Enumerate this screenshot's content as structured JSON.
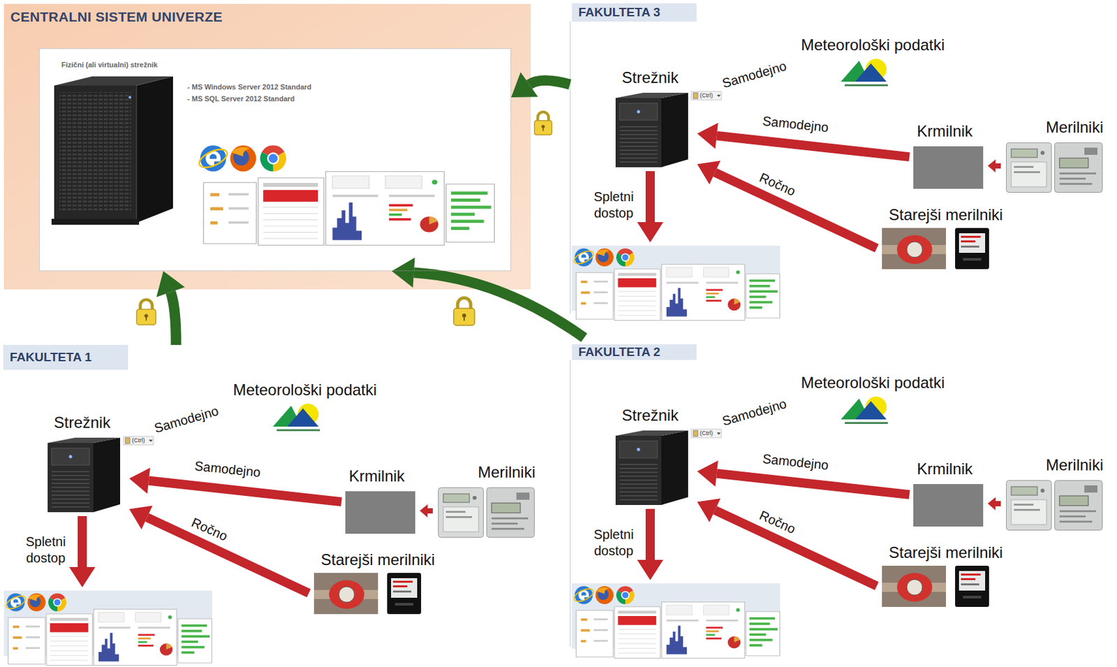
{
  "diagram": {
    "nodes": [
      {
        "text": [
          "CENTRALNI SISTEM UNIVERZE"
        ]
      },
      {
        "text": [
          "Fizični (ali virtualni) strežnik",
          "- MS Windows Server 2012 Standard",
          "- MS SQL Server 2012 Standard"
        ],
        "in": 0
      },
      {
        "text": [
          "FAKULTETA 3"
        ]
      },
      {
        "text": [
          "Meteorološki podatki"
        ],
        "in": 2
      },
      {
        "text": [
          "Strežnik"
        ],
        "in": 2
      },
      {
        "text": [
          "Krmilnik"
        ],
        "in": 2
      },
      {
        "text": [
          "Merilniki"
        ],
        "in": 2
      },
      {
        "text": [
          "Starejši merilniki"
        ],
        "in": 2
      },
      {
        "text": [
          "FAKULTETA 1"
        ]
      },
      {
        "text": [
          "Meteorološki podatki"
        ],
        "in": 8
      },
      {
        "text": [
          "Strežnik"
        ],
        "in": 8
      },
      {
        "text": [
          "Krmilnik"
        ],
        "in": 8
      },
      {
        "text": [
          "Merilniki"
        ],
        "in": 8
      },
      {
        "text": [
          "Starejši merilniki"
        ],
        "in": 8
      },
      {
        "text": [
          "FAKULTETA 2"
        ]
      },
      {
        "text": [
          "Meteorološki podatki"
        ],
        "in": 14
      },
      {
        "text": [
          "Strežnik"
        ],
        "in": 14
      },
      {
        "text": [
          "Krmilnik"
        ],
        "in": 14
      },
      {
        "text": [
          "Merilniki"
        ],
        "in": 14
      },
      {
        "text": [
          "Starejši merilniki"
        ],
        "in": 14
      }
    ],
    "edges": [
      {
        "from": 2,
        "to": 1,
        "arrow": "to"
      },
      {
        "from": 8,
        "to": 1,
        "arrow": "to"
      },
      {
        "from": 14,
        "to": 1,
        "arrow": "to"
      },
      {
        "from": 6,
        "to": 5,
        "arrow": "to"
      },
      {
        "from": 5,
        "to": 4,
        "label": "Samodejno",
        "arrow": "to"
      },
      {
        "from": 7,
        "to": 4,
        "label": "Ročno",
        "arrow": "to"
      },
      {
        "from": 12,
        "to": 11,
        "arrow": "to"
      },
      {
        "from": 11,
        "to": 10,
        "label": "Samodejno",
        "arrow": "to"
      },
      {
        "from": 13,
        "to": 10,
        "label": "Ročno",
        "arrow": "to"
      },
      {
        "from": 18,
        "to": 17,
        "arrow": "to"
      },
      {
        "from": 17,
        "to": 16,
        "label": "Samodejno",
        "arrow": "to"
      },
      {
        "from": 19,
        "to": 16,
        "label": "Ročno",
        "arrow": "to"
      }
    ],
    "labels": [
      "Samodejno",
      "(Ctrl)",
      "Spletni dostop",
      "Samodejno",
      "(Ctrl)",
      "Spletni dostop",
      "Samodejno",
      "(Ctrl)",
      "Spletni dostop"
    ]
  }
}
